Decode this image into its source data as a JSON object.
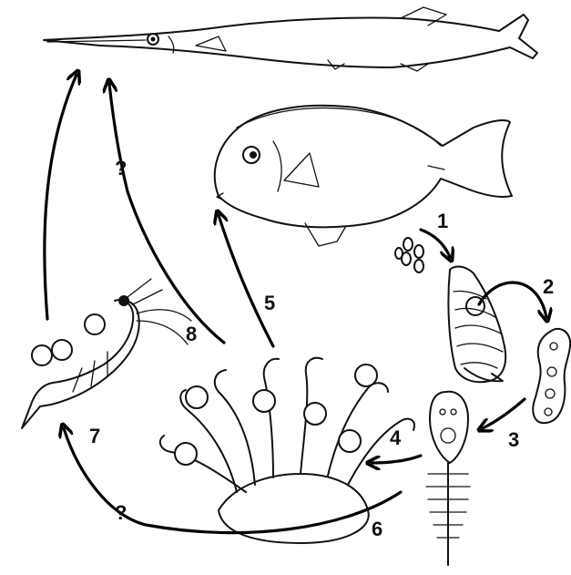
{
  "diagram": {
    "step_labels": [
      "1",
      "2",
      "3",
      "4",
      "5",
      "6",
      "7",
      "8"
    ],
    "uncertain_marks": [
      "?",
      "?"
    ]
  },
  "icons": {
    "needlefish": "needlefish-icon",
    "surgeonfish": "surgeonfish-icon",
    "eggs": "egg-cluster-icon",
    "snail": "snail-icon",
    "sporocyst": "sporocyst-icon",
    "cercaria": "cercaria-icon",
    "anemone": "anemone-icon",
    "shrimp": "shrimp-icon"
  }
}
